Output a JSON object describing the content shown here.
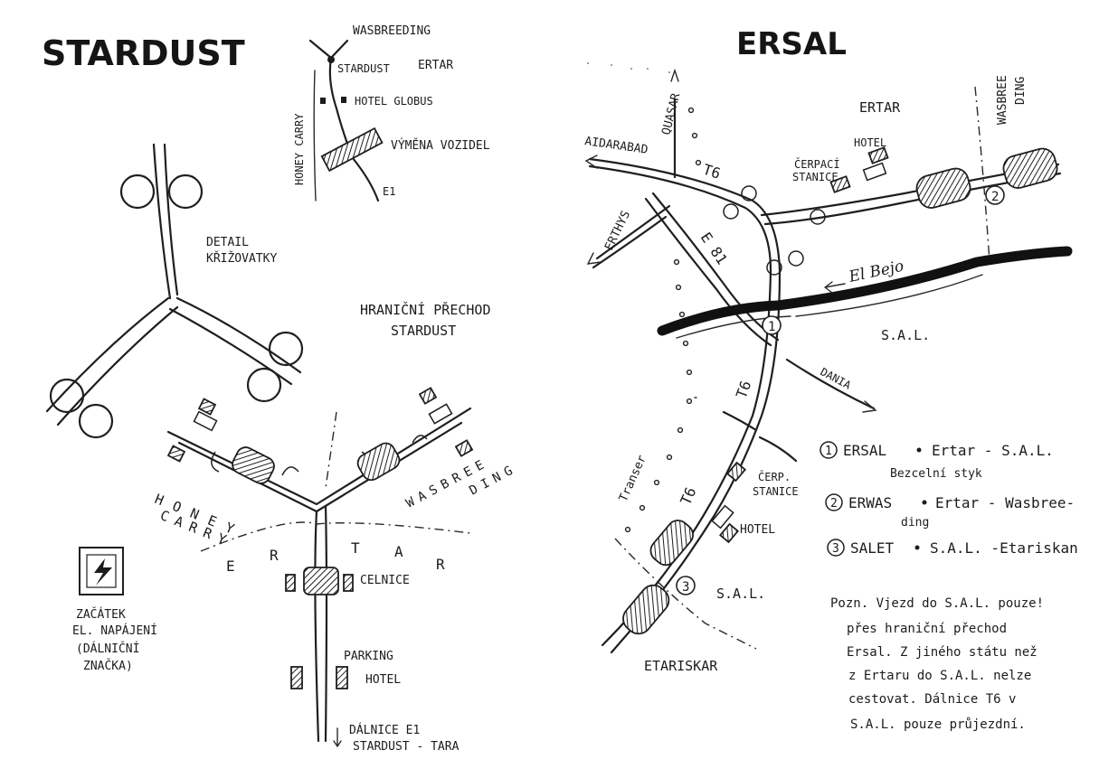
{
  "stardust": {
    "title": "STARDUST",
    "minimap": {
      "wasbreeding": "WASBREEDING",
      "stardust": "STARDUST",
      "ertar": "ERTAR",
      "honey_carry": "HONEY CARRY",
      "hotel_globus": "HOTEL GLOBUS",
      "vymena_vozidel": "VÝMĚNA VOZIDEL",
      "e1": "E1"
    },
    "detail_label": [
      "DETAIL",
      "KŘIŽOVATKY"
    ],
    "crossing_label": [
      "HRANIČNÍ PŘECHOD",
      "STARDUST"
    ],
    "honey": "HONEY",
    "carry": "CARRY",
    "wasbree": "WASBREE",
    "ding": "DING",
    "ertar_letters": [
      "E",
      "R",
      "T",
      "A",
      "R"
    ],
    "celnice": "CELNICE",
    "parking": "PARKING",
    "hotel": "HOTEL",
    "dalnice": "DÁLNICE E1",
    "stardust_tara": "STARDUST - TARA",
    "sign_caption": [
      "ZAČÁTEK",
      "EL. NAPÁJENÍ",
      "(DÁLNIČNÍ",
      "ZNAČKA)"
    ]
  },
  "ersal": {
    "title": "ERSAL",
    "quasar": "QUASAR",
    "aidarabad": "AIDARABAD",
    "t6": "T6",
    "erthys": "ERTHYS",
    "e81": "E 81",
    "cerpaci_stanice": [
      "ČERPACÍ",
      "STANICE"
    ],
    "hotel": "HOTEL",
    "ertar": "ERTAR",
    "wasbreeding": [
      "WASBREE",
      "DING"
    ],
    "el_bejo": "El Bejo",
    "sal": "S.A.L.",
    "dania": "DANIA",
    "transer": "Transer",
    "cerp_stanice": [
      "ČERP.",
      "STANICE"
    ],
    "etariskar": "ETARISKAR",
    "marker_1": "1",
    "marker_2": "2",
    "marker_3": "3"
  },
  "legend": [
    {
      "num": "1",
      "name": "ERSAL",
      "route": "Ertar - S.A.L.",
      "note": "Bezcelní styk"
    },
    {
      "num": "2",
      "name": "ERWAS",
      "route": "Ertar - Wasbree-",
      "note": "ding"
    },
    {
      "num": "3",
      "name": "SALET",
      "route": "S.A.L. -Etariskan",
      "note": ""
    }
  ],
  "note_lines": [
    "Pozn. Vjezd do S.A.L. pouze!",
    "přes hraniční přechod",
    "Ersal. Z jiného státu než",
    "z Ertaru do S.A.L. nelze",
    "cestovat. Dálnice T6 v",
    "S.A.L. pouze průjezdní."
  ]
}
